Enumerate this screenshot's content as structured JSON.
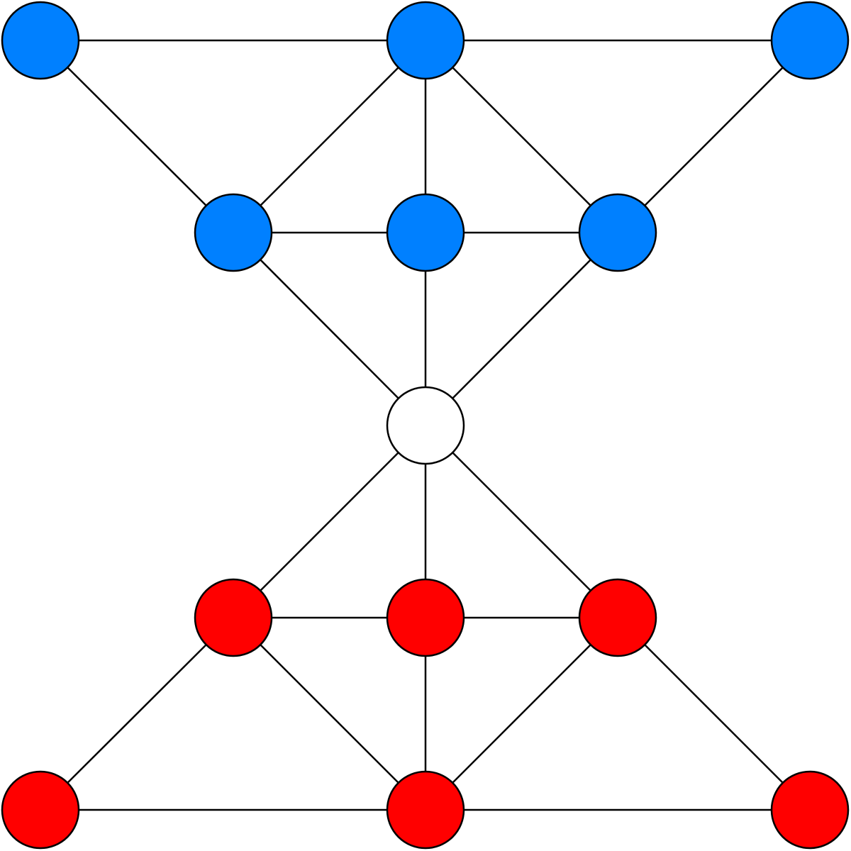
{
  "colors": {
    "background": "#ffffff",
    "edge": "#000000",
    "node_outline": "#000000",
    "group_colors": {
      "blue": "#0080ff",
      "white": "#ffffff",
      "red": "#ff0000"
    }
  },
  "graph": {
    "nodes": [
      {
        "id": "b1",
        "group": "blue"
      },
      {
        "id": "b2",
        "group": "blue"
      },
      {
        "id": "b3",
        "group": "blue"
      },
      {
        "id": "b4",
        "group": "blue"
      },
      {
        "id": "b5",
        "group": "blue"
      },
      {
        "id": "b6",
        "group": "blue"
      },
      {
        "id": "c",
        "group": "white"
      },
      {
        "id": "r4",
        "group": "red"
      },
      {
        "id": "r5",
        "group": "red"
      },
      {
        "id": "r6",
        "group": "red"
      },
      {
        "id": "r1",
        "group": "red"
      },
      {
        "id": "r2",
        "group": "red"
      },
      {
        "id": "r3",
        "group": "red"
      }
    ],
    "edges": [
      [
        "b1",
        "b2"
      ],
      [
        "b2",
        "b3"
      ],
      [
        "b1",
        "b4"
      ],
      [
        "b2",
        "b4"
      ],
      [
        "b2",
        "b5"
      ],
      [
        "b2",
        "b6"
      ],
      [
        "b3",
        "b6"
      ],
      [
        "b4",
        "b5"
      ],
      [
        "b5",
        "b6"
      ],
      [
        "b4",
        "c"
      ],
      [
        "b5",
        "c"
      ],
      [
        "b6",
        "c"
      ],
      [
        "c",
        "r4"
      ],
      [
        "c",
        "r5"
      ],
      [
        "c",
        "r6"
      ],
      [
        "r4",
        "r5"
      ],
      [
        "r5",
        "r6"
      ],
      [
        "r4",
        "r1"
      ],
      [
        "r4",
        "r2"
      ],
      [
        "r5",
        "r2"
      ],
      [
        "r6",
        "r2"
      ],
      [
        "r6",
        "r3"
      ],
      [
        "r1",
        "r2"
      ],
      [
        "r2",
        "r3"
      ]
    ]
  }
}
